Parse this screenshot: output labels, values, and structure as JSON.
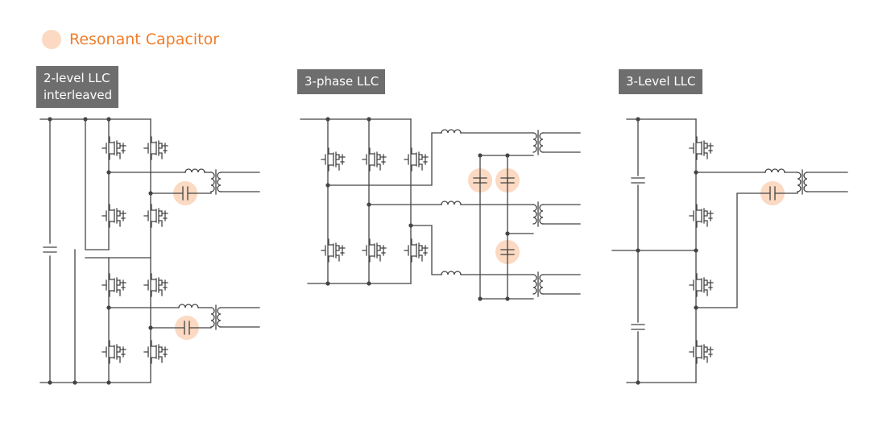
{
  "legend": {
    "label": "Resonant Capacitor",
    "color": "#f07d2a",
    "highlight": "#fbd9c2"
  },
  "topologies": [
    {
      "title": "2-level LLC\ninterleaved"
    },
    {
      "title": "3-phase LLC"
    },
    {
      "title": "3-Level LLC"
    }
  ],
  "colors": {
    "label_bg": "#6e6e6e",
    "wire": "#444444"
  }
}
